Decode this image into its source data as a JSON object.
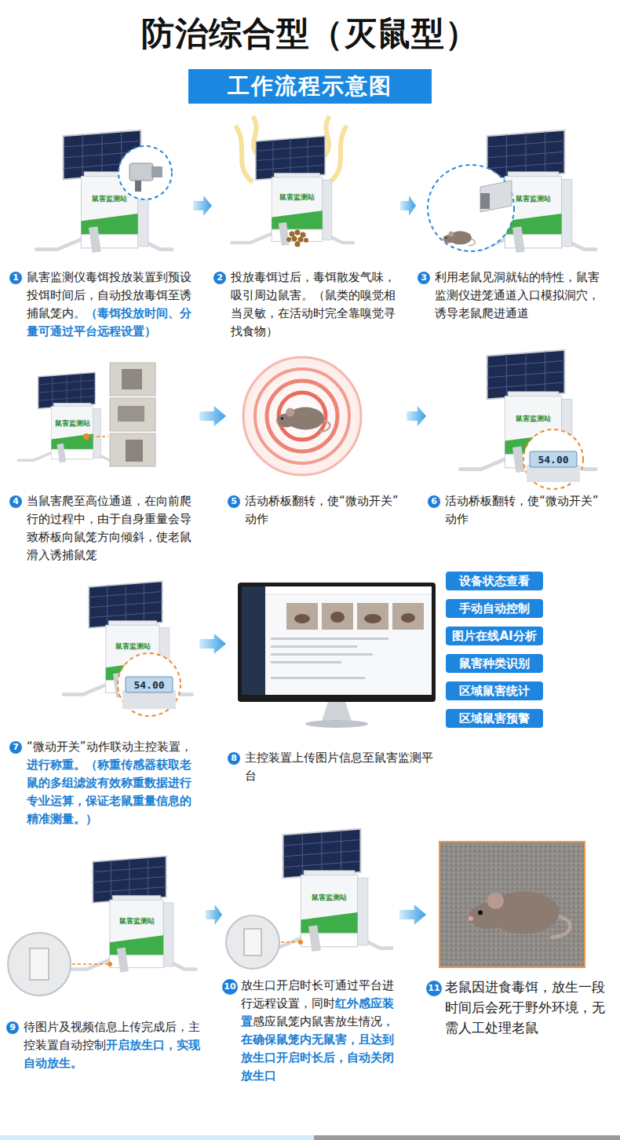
{
  "diagram": {
    "title": "防治综合型（灭鼠型）",
    "nodes": [
      {
        "text": [
          "工作流程示意图"
        ]
      },
      {
        "text": [
          "1",
          "鼠害监测仪毒饵投放装置到预设投饵时间后，自动投放毒饵至诱捕鼠笼内。",
          "（毒饵投放时间、分量可通过平台远程设置）"
        ]
      },
      {
        "text": [
          "2",
          "投放毒饵过后，毒饵散发气味，吸引周边鼠害。（鼠类的嗅觉相当灵敏，在活动时完全靠嗅觉寻找食物）"
        ]
      },
      {
        "text": [
          "3",
          "利用老鼠见洞就钻的特性，鼠害监测仪进笼通道入口模拟洞穴，诱导老鼠爬进通道"
        ]
      },
      {
        "text": [
          "4",
          "当鼠害爬至高位通道，在向前爬行的过程中，由于自身重量会导致桥板向鼠笼方向倾斜，使老鼠滑入诱捕鼠笼"
        ]
      },
      {
        "text": [
          "5",
          "活动桥板翻转，使“微动开关”动作"
        ]
      },
      {
        "text": [
          "6",
          "活动桥板翻转，使“微动开关”动作"
        ]
      },
      {
        "text": [
          "7",
          "“微动开关”动作联动主控装置，",
          "进行称重。（称重传感器获取老鼠的多组滤波有效称重数据进行专业运算，保证老鼠重量信息的精准测量。）"
        ]
      },
      {
        "text": [
          "8",
          "主控装置上传图片信息至鼠害监测平台"
        ]
      },
      {
        "text": [
          "设备状态查看"
        ]
      },
      {
        "text": [
          "手动自动控制"
        ]
      },
      {
        "text": [
          "图片在线AI分析"
        ]
      },
      {
        "text": [
          "鼠害种类识别"
        ]
      },
      {
        "text": [
          "区域鼠害统计"
        ]
      },
      {
        "text": [
          "区域鼠害预警"
        ]
      },
      {
        "text": [
          "9",
          "待图片及视频信息上传完成后，主控装置自动控制",
          "开启放生口，实现自动放生。"
        ]
      },
      {
        "text": [
          "10",
          "放生口开启时长可通过平台进行远程设置，同时",
          "红外感应装置",
          "感应鼠笼内鼠害放生情况，",
          "在确保鼠笼内无鼠害，且达到放生口开启时长后，自动关闭放生口"
        ]
      },
      {
        "text": [
          "11",
          "老鼠因进食毒饵，放生一段时间后会死于野外环境，无需人工处理老鼠"
        ]
      }
    ],
    "edges": [
      {
        "from": 1,
        "to": 2,
        "arrow": "to"
      },
      {
        "from": 2,
        "to": 3,
        "arrow": "to"
      },
      {
        "from": 4,
        "to": 5,
        "arrow": "to"
      },
      {
        "from": 5,
        "to": 6,
        "arrow": "to"
      },
      {
        "from": 7,
        "to": 8,
        "arrow": "to"
      },
      {
        "from": 15,
        "to": 16,
        "arrow": "to"
      },
      {
        "from": 16,
        "to": 17,
        "arrow": "to"
      }
    ],
    "labels": [
      "鼠害监测站",
      "鼠害监测站",
      "鼠害监测站",
      "鼠害监测站",
      "鼠害监测站",
      "54.00",
      "鼠害监测站",
      "54.00",
      "鼠害监测站",
      "鼠害监测站"
    ]
  }
}
